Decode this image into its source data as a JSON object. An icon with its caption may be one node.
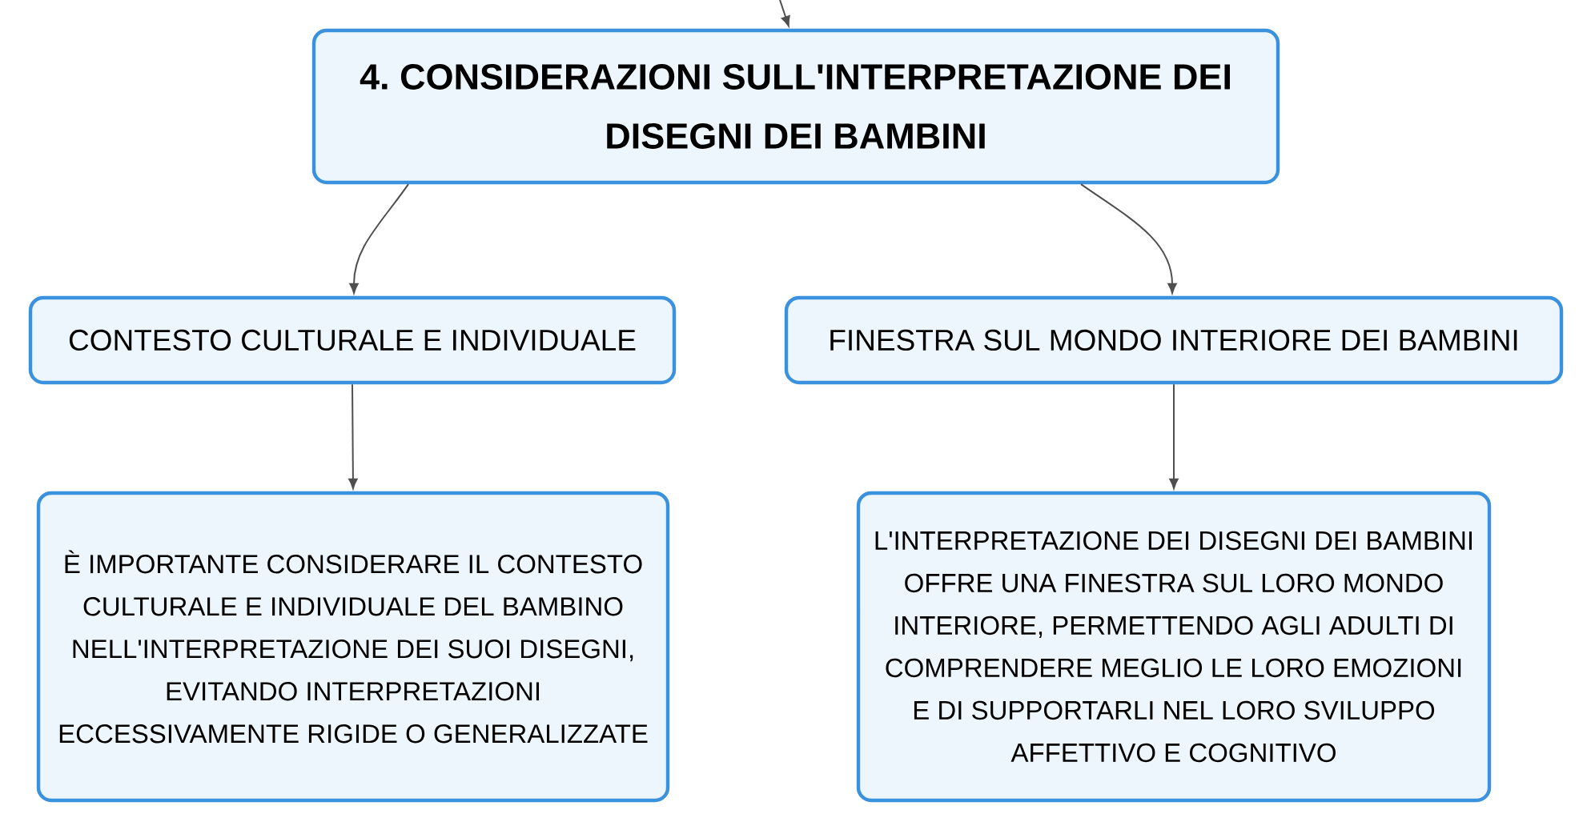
{
  "diagram": {
    "nodes": [
      {
        "text": [
          "4. CONSIDERAZIONI SULL'INTERPRETAZIONE DEI DISEGNI DEI BAMBINI"
        ]
      },
      {
        "text": [
          "CONTESTO CULTURALE E INDIVIDUALE"
        ]
      },
      {
        "text": [
          "FINESTRA SUL MONDO INTERIORE DEI BAMBINI"
        ]
      },
      {
        "text": [
          "È IMPORTANTE CONSIDERARE IL CONTESTO CULTURALE E INDIVIDUALE DEL BAMBINO NELL'INTERPRETAZIONE DEI SUOI DISEGNI, EVITANDO INTERPRETAZIONI ECCESSIVAMENTE RIGIDE O GENERALIZZATE"
        ]
      },
      {
        "text": [
          "L'INTERPRETAZIONE DEI DISEGNI DEI BAMBINI OFFRE UNA FINESTRA SUL LORO MONDO INTERIORE, PERMETTENDO AGLI ADULTI DI COMPRENDERE MEGLIO LE LORO EMOZIONI E DI SUPPORTARLI NEL LORO SVILUPPO AFFETTIVO E COGNITIVO"
        ]
      }
    ],
    "edges": [
      {
        "from": null,
        "to": 0,
        "arrow": "to"
      },
      {
        "from": 0,
        "to": 1,
        "arrow": "to"
      },
      {
        "from": 0,
        "to": 2,
        "arrow": "to"
      },
      {
        "from": 1,
        "to": 3,
        "arrow": "to"
      },
      {
        "from": 2,
        "to": 4,
        "arrow": "to"
      }
    ]
  }
}
